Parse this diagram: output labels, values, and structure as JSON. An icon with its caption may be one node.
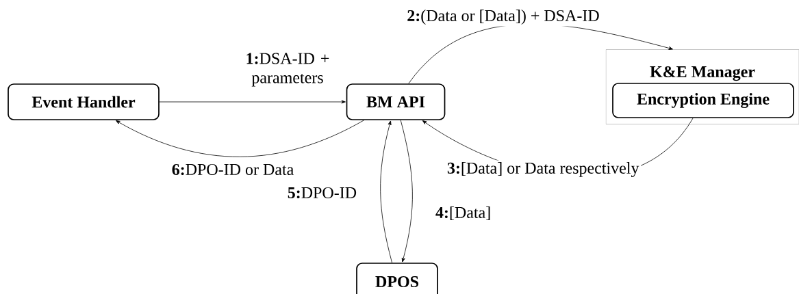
{
  "diagram": {
    "nodes": [
      {
        "text": [
          "Event Handler"
        ]
      },
      {
        "text": [
          "BM API"
        ]
      },
      {
        "text": [
          "K&E Manager"
        ]
      },
      {
        "text": [
          "Encryption Engine"
        ],
        "in": 2
      },
      {
        "text": [
          "DPOS"
        ]
      }
    ],
    "edges": [
      {
        "from": 0,
        "to": 1,
        "arrow": "to",
        "label": "**1:**DSA-ID + parameters"
      },
      {
        "from": 1,
        "to": 2,
        "arrow": "to",
        "label": "**2:**(Data or [Data]) + DSA-ID"
      },
      {
        "from": 3,
        "to": 1,
        "arrow": "to",
        "label": "**3:**[Data] or Data respectively"
      },
      {
        "from": 1,
        "to": 4,
        "arrow": "to",
        "label": "**4:**[Data]"
      },
      {
        "from": 4,
        "to": 1,
        "arrow": "to",
        "label": "**5:**DPO-ID"
      },
      {
        "from": 1,
        "to": 0,
        "arrow": "to",
        "label": "**6:**DPO-ID or Data"
      }
    ]
  }
}
